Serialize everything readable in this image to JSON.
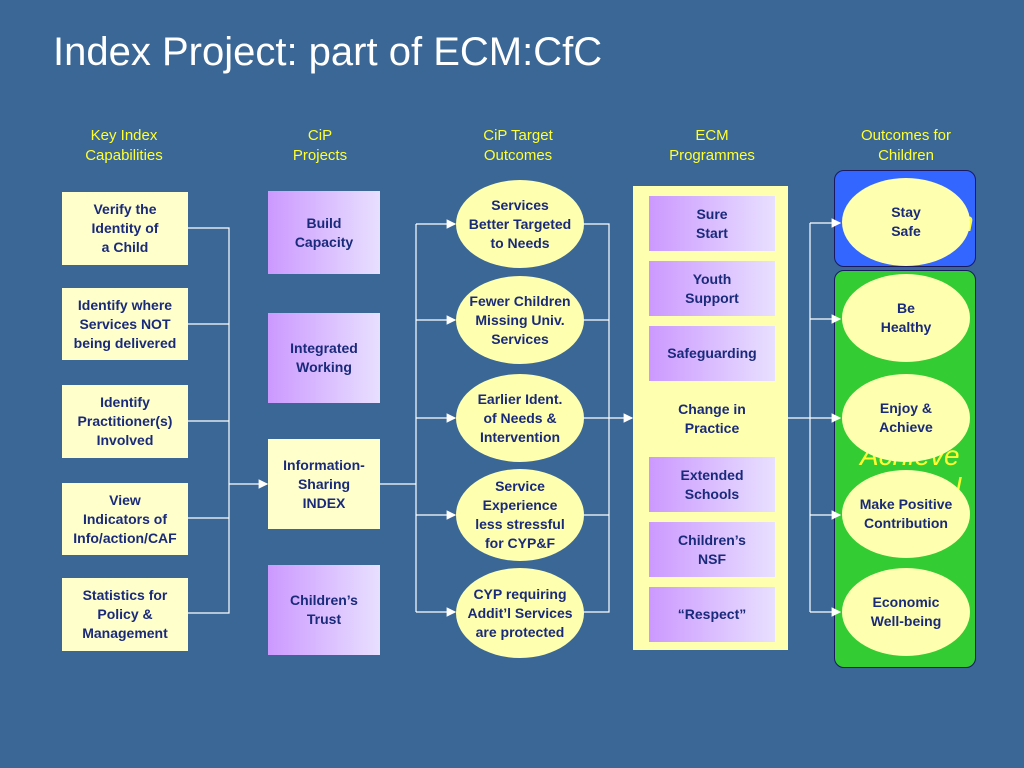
{
  "title": "Index Project: part of ECM:CfC",
  "headers": {
    "col1": [
      "Key Index",
      "Capabilities"
    ],
    "col2": [
      "CiP",
      "Projects"
    ],
    "col3": [
      "CiP Target",
      "Outcomes"
    ],
    "col4": [
      "ECM",
      "Programmes"
    ],
    "col5": [
      "Outcomes for",
      "Children"
    ]
  },
  "capabilities": [
    [
      "Verify the",
      "Identity of",
      "a Child"
    ],
    [
      "Identify where",
      "Services NOT",
      "being delivered"
    ],
    [
      "Identify",
      "Practitioner(s)",
      "Involved"
    ],
    [
      "View",
      "Indicators of",
      "Info/action/CAF"
    ],
    [
      "Statistics for",
      "Policy &",
      "Management"
    ]
  ],
  "projects": [
    [
      "Build",
      "Capacity"
    ],
    [
      "Integrated",
      "Working"
    ],
    [
      "Information-",
      "Sharing",
      "INDEX"
    ],
    [
      "Children’s",
      "Trust"
    ]
  ],
  "target_outcomes": [
    [
      "Services",
      "Better Targeted",
      "to Needs"
    ],
    [
      "Fewer Children",
      "Missing Univ.",
      "Services"
    ],
    [
      "Earlier Ident.",
      "of Needs &",
      "Intervention"
    ],
    [
      "Service",
      "Experience",
      "less stressful",
      "for CYP&F"
    ],
    [
      "CYP requiring",
      "Addit’l Services",
      "are protected"
    ]
  ],
  "programmes": [
    [
      "Sure",
      "Start"
    ],
    [
      "Youth",
      "Support"
    ],
    [
      "Safeguarding"
    ],
    [
      "Change in",
      "Practice"
    ],
    [
      "Extended",
      "Schools"
    ],
    [
      "Children’s",
      "NSF"
    ],
    [
      "“Respect”"
    ]
  ],
  "child_outcomes": [
    [
      "Stay",
      "Safe"
    ],
    [
      "Be",
      "Healthy"
    ],
    [
      "Enjoy &",
      "Achieve"
    ],
    [
      "Make Positive",
      "Contribution"
    ],
    [
      "Economic",
      "Well-being"
    ]
  ],
  "ghost_text": [
    "n",
    "Achieve",
    "l"
  ],
  "colors": {
    "background": "#3a6796",
    "heading": "#ffff33",
    "box_text": "#1a2a7a",
    "yellow_box": "#ffffcc",
    "ellipse": "#ffffb0",
    "purple": "#cc99ff",
    "blue_panel": "#3366ff",
    "green_panel": "#33cc33"
  }
}
